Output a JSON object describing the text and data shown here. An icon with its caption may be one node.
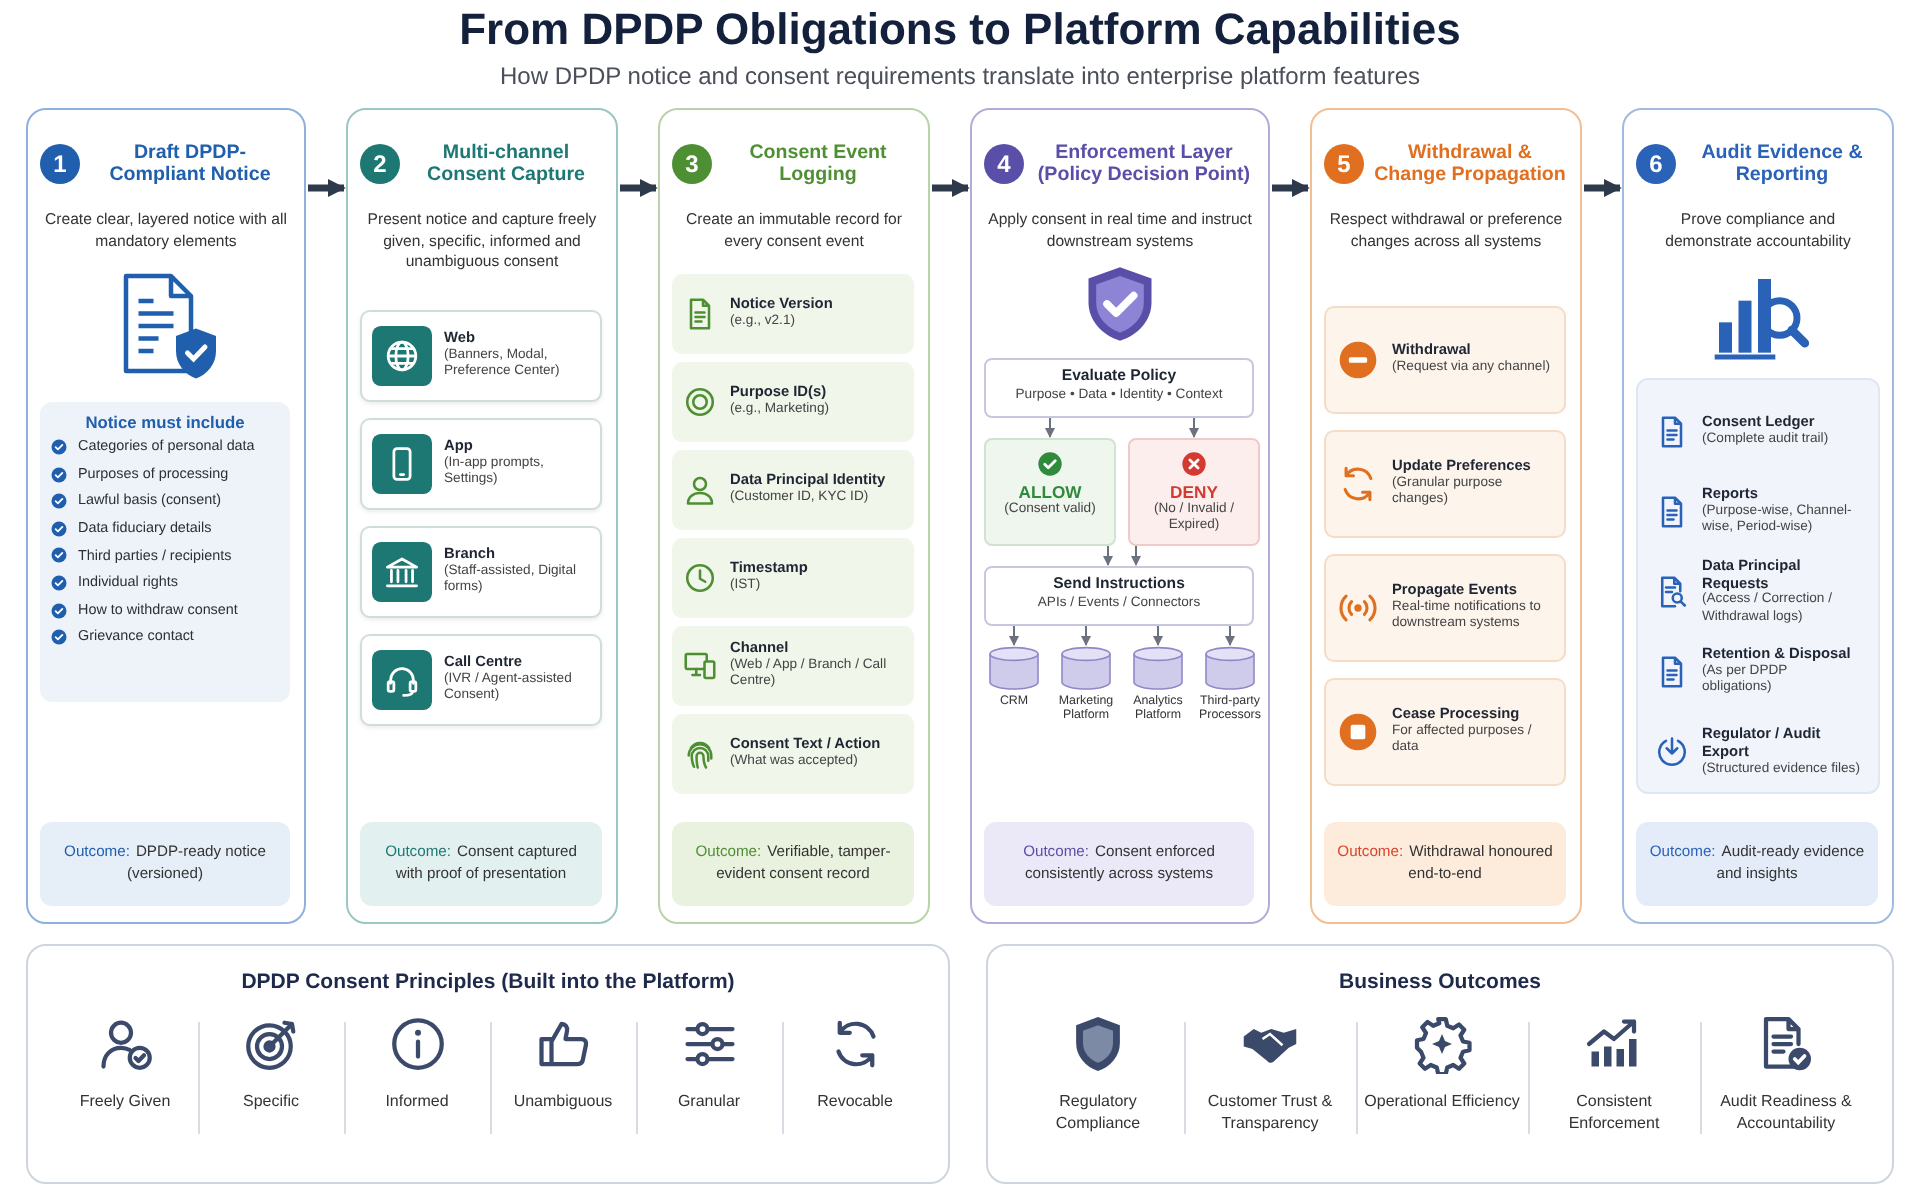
{
  "diagram": {
    "title": "From DPDP Obligations to Platform Capabilities",
    "caption": "How DPDP notice and consent requirements translate into enterprise platform features",
    "nodes": [
      {
        "text": [
          "1",
          "Draft DPDP-Compliant Notice",
          "Create clear, layered notice with all mandatory elements"
        ]
      },
      {
        "text": [
          "Notice must include",
          "Categories of personal data",
          "Purposes of processing",
          "Lawful basis (consent)",
          "Data fiduciary details",
          "Third parties / recipients",
          "Individual rights",
          "How to withdraw consent",
          "Grievance contact"
        ],
        "in": 0
      },
      {
        "text": [
          "Outcome:",
          "DPDP-ready notice (versioned)"
        ],
        "in": 0
      },
      {
        "text": [
          "2",
          "Multi-channel Consent Capture",
          "Present notice and capture freely given, specific, informed and unambiguous consent"
        ]
      },
      {
        "text": [
          "Web",
          "(Banners, Modal, Preference Center)"
        ],
        "in": 3
      },
      {
        "text": [
          "App",
          "(In-app prompts, Settings)"
        ],
        "in": 3
      },
      {
        "text": [
          "Branch",
          "(Staff-assisted, Digital forms)"
        ],
        "in": 3
      },
      {
        "text": [
          "Call Centre",
          "(IVR / Agent-assisted Consent)"
        ],
        "in": 3
      },
      {
        "text": [
          "Outcome:",
          "Consent captured with proof of presentation"
        ],
        "in": 3
      },
      {
        "text": [
          "3",
          "Consent Event Logging",
          "Create an immutable record for every consent event"
        ]
      },
      {
        "text": [
          "Notice Version",
          "(e.g., v2.1)"
        ],
        "in": 9
      },
      {
        "text": [
          "Purpose ID(s)",
          "(e.g., Marketing)"
        ],
        "in": 9
      },
      {
        "text": [
          "Data Principal Identity",
          "(Customer ID, KYC ID)"
        ],
        "in": 9
      },
      {
        "text": [
          "Timestamp",
          "(IST)"
        ],
        "in": 9
      },
      {
        "text": [
          "Channel",
          "(Web / App / Branch / Call Centre)"
        ],
        "in": 9
      },
      {
        "text": [
          "Consent Text / Action",
          "(What was accepted)"
        ],
        "in": 9
      },
      {
        "text": [
          "Outcome:",
          "Verifiable, tamper-evident consent record"
        ],
        "in": 9
      },
      {
        "text": [
          "4",
          "Enforcement Layer (Policy Decision Point)",
          "Apply consent in real time and instruct downstream systems"
        ]
      },
      {
        "text": [
          "Evaluate Policy",
          "Purpose • Data • Identity • Context"
        ],
        "in": 17
      },
      {
        "text": [
          "ALLOW",
          "(Consent valid)"
        ],
        "in": 17
      },
      {
        "text": [
          "DENY",
          "(No / Invalid / Expired)"
        ],
        "in": 17
      },
      {
        "text": [
          "Send Instructions",
          "APIs / Events / Connectors"
        ],
        "in": 17
      },
      {
        "text": [
          "CRM"
        ],
        "in": 17
      },
      {
        "text": [
          "Marketing Platform"
        ],
        "in": 17
      },
      {
        "text": [
          "Analytics Platform"
        ],
        "in": 17
      },
      {
        "text": [
          "Third-party Processors"
        ],
        "in": 17
      },
      {
        "text": [
          "Outcome:",
          "Consent enforced consistently across systems"
        ],
        "in": 17
      },
      {
        "text": [
          "5",
          "Withdrawal & Change Propagation",
          "Respect withdrawal or preference changes across all systems"
        ]
      },
      {
        "text": [
          "Withdrawal",
          "(Request via any channel)"
        ],
        "in": 27
      },
      {
        "text": [
          "Update Preferences",
          "(Granular purpose changes)"
        ],
        "in": 27
      },
      {
        "text": [
          "Propagate Events",
          "Real-time notifications to downstream systems"
        ],
        "in": 27
      },
      {
        "text": [
          "Cease Processing",
          "For affected purposes / data"
        ],
        "in": 27
      },
      {
        "text": [
          "Outcome:",
          "Withdrawal honoured end-to-end"
        ],
        "in": 27
      },
      {
        "text": [
          "6",
          "Audit Evidence & Reporting",
          "Prove compliance and demonstrate accountability"
        ]
      },
      {
        "text": [
          "Consent Ledger",
          "(Complete audit trail)"
        ],
        "in": 33
      },
      {
        "text": [
          "Reports",
          "(Purpose-wise, Channel-wise, Period-wise)"
        ],
        "in": 33
      },
      {
        "text": [
          "Data Principal Requests",
          "(Access / Correction / Withdrawal logs)"
        ],
        "in": 33
      },
      {
        "text": [
          "Retention & Disposal",
          "(As per DPDP obligations)"
        ],
        "in": 33
      },
      {
        "text": [
          "Regulator / Audit Export",
          "(Structured evidence files)"
        ],
        "in": 33
      },
      {
        "text": [
          "Outcome:",
          "Audit-ready evidence and insights"
        ],
        "in": 33
      },
      {
        "text": [
          "DPDP Consent Principles (Built into the Platform)",
          "Freely Given",
          "Specific",
          "Informed",
          "Unambiguous",
          "Granular",
          "Revocable"
        ]
      },
      {
        "text": [
          "Business Outcomes",
          "Regulatory Compliance",
          "Customer Trust & Transparency",
          "Operational Efficiency",
          "Consistent Enforcement",
          "Audit Readiness & Accountability"
        ]
      }
    ],
    "edges": [
      {
        "from": 0,
        "to": 3,
        "arrow": "to",
        "style": "thick",
        "color": "#2e3a4b"
      },
      {
        "from": 3,
        "to": 9,
        "arrow": "to",
        "style": "thick",
        "color": "#2e3a4b"
      },
      {
        "from": 9,
        "to": 17,
        "arrow": "to",
        "style": "thick",
        "color": "#2e3a4b"
      },
      {
        "from": 17,
        "to": 27,
        "arrow": "to",
        "style": "thick",
        "color": "#2e3a4b"
      },
      {
        "from": 27,
        "to": 33,
        "arrow": "to",
        "style": "thick",
        "color": "#2e3a4b"
      },
      {
        "from": 18,
        "to": 19,
        "arrow": "to"
      },
      {
        "from": 18,
        "to": 20,
        "arrow": "to"
      },
      {
        "from": 19,
        "to": 21,
        "arrow": "to"
      },
      {
        "from": 20,
        "to": 21,
        "arrow": "to"
      },
      {
        "from": 21,
        "to": 22,
        "arrow": "to"
      },
      {
        "from": 21,
        "to": 23,
        "arrow": "to"
      },
      {
        "from": 21,
        "to": 24,
        "arrow": "to"
      },
      {
        "from": 21,
        "to": 25,
        "arrow": "to"
      }
    ]
  }
}
